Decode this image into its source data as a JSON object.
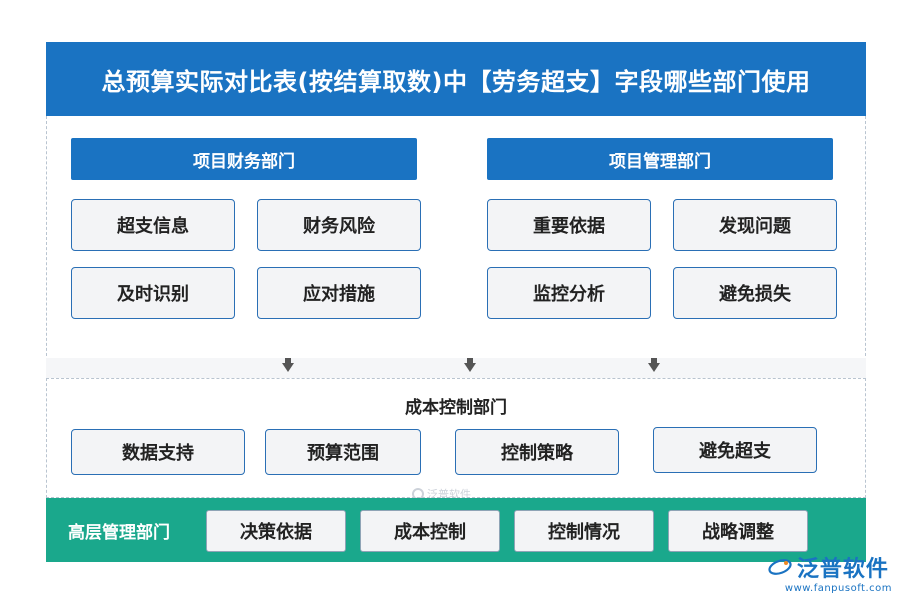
{
  "title": "总预算实际对比表(按结算取数)中【劳务超支】字段哪些部门使用",
  "top": {
    "left_dept": {
      "header": "项目财务部门",
      "items": [
        "超支信息",
        "财务风险",
        "及时识别",
        "应对措施"
      ]
    },
    "right_dept": {
      "header": "项目管理部门",
      "items": [
        "重要依据",
        "发现问题",
        "监控分析",
        "避免损失"
      ]
    }
  },
  "middle": {
    "header": "成本控制部门",
    "items": [
      "数据支持",
      "预算范围",
      "控制策略",
      "避免超支"
    ]
  },
  "bottom": {
    "header": "高层管理部门",
    "items": [
      "决策依据",
      "成本控制",
      "控制情况",
      "战略调整"
    ]
  },
  "watermark": "泛普软件",
  "brand": {
    "name": "泛普软件",
    "url": "www.fanpusoft.com"
  },
  "colors": {
    "primary_blue": "#1a73c2",
    "teal": "#1aa88c",
    "box_border": "#2a6fb5"
  }
}
